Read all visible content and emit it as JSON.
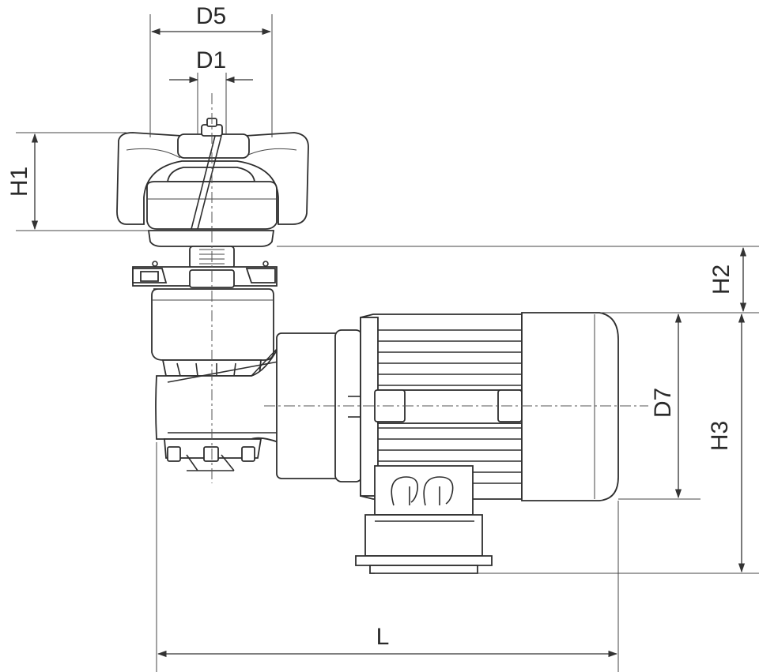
{
  "drawing": {
    "dimension_labels": {
      "d5": "D5",
      "d1": "D1",
      "h1": "H1",
      "h2": "H2",
      "d7": "D7",
      "h3": "H3",
      "l": "L"
    }
  }
}
